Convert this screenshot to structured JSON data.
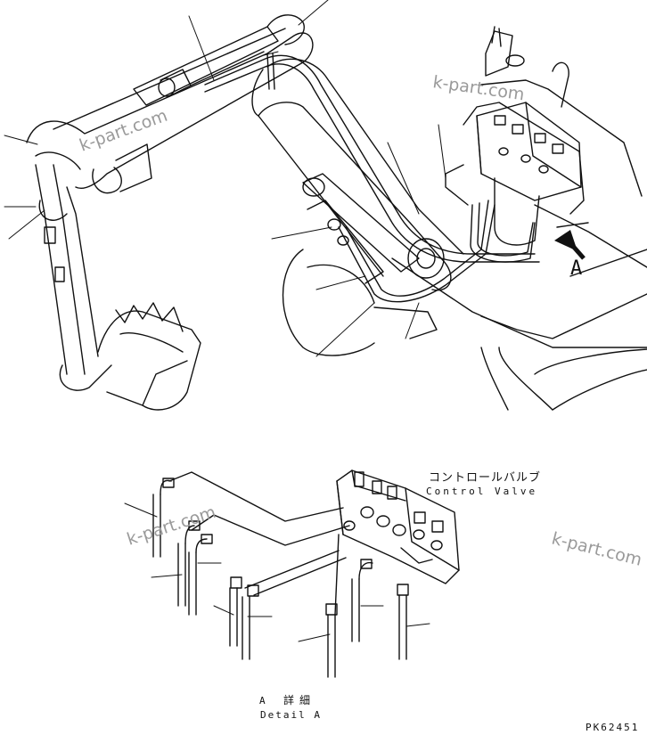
{
  "view_marker": "A",
  "control_valve": {
    "label_ja": "コントロールバルブ",
    "label_en": "Control Valve"
  },
  "detail_caption": {
    "ref": "A",
    "label_ja": "詳細",
    "label_en": "Detail A"
  },
  "watermarks": [
    "k-part.com",
    "k-part.com",
    "k-part.com",
    "k-part.com"
  ],
  "drawing_number": "PK62451"
}
